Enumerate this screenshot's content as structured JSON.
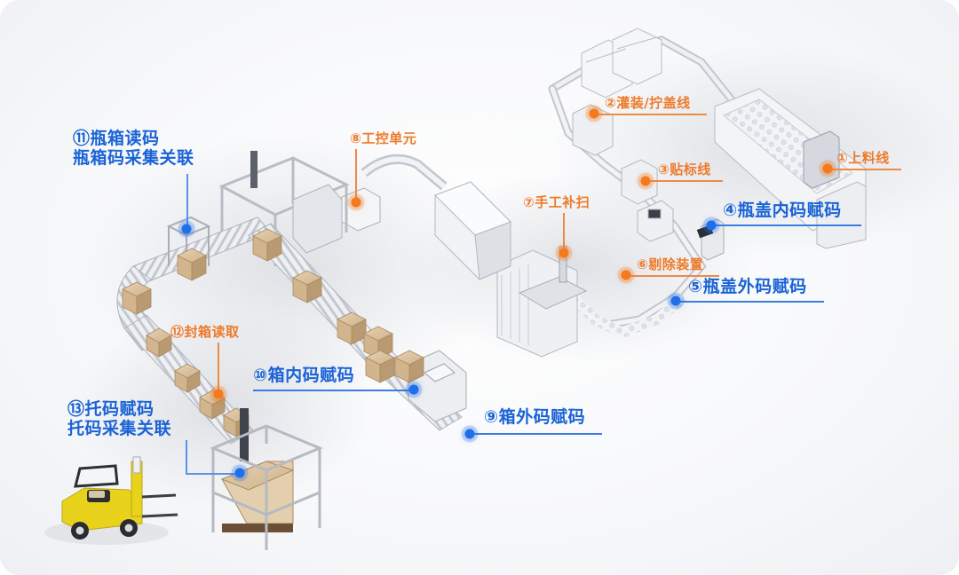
{
  "colors": {
    "orange": "#ee7a2a",
    "blue": "#1a63d6",
    "background": "#f7f8fa",
    "forklift": "#e8d21c",
    "box": "#d9bf9c"
  },
  "stations": [
    {
      "id": 1,
      "num": "①",
      "text": "上料线",
      "color": "orange"
    },
    {
      "id": 2,
      "num": "②",
      "text": "灌装/拧盖线",
      "color": "orange"
    },
    {
      "id": 3,
      "num": "③",
      "text": "贴标线",
      "color": "orange"
    },
    {
      "id": 4,
      "num": "④",
      "text": "瓶盖内码赋码",
      "color": "blue"
    },
    {
      "id": 5,
      "num": "⑤",
      "text": "瓶盖外码赋码",
      "color": "blue"
    },
    {
      "id": 6,
      "num": "⑥",
      "text": "剔除装置",
      "color": "orange"
    },
    {
      "id": 7,
      "num": "⑦",
      "text": "手工补扫",
      "color": "orange"
    },
    {
      "id": 8,
      "num": "⑧",
      "text": "工控单元",
      "color": "orange"
    },
    {
      "id": 9,
      "num": "⑨",
      "text": "箱外码赋码",
      "color": "blue"
    },
    {
      "id": 10,
      "num": "⑩",
      "text": "箱内码赋码",
      "color": "blue"
    },
    {
      "id": 11,
      "num": "⑪",
      "text": "瓶箱读码",
      "line2": "瓶箱码采集关联",
      "color": "blue"
    },
    {
      "id": 12,
      "num": "⑫",
      "text": "封箱读取",
      "color": "orange"
    },
    {
      "id": 13,
      "num": "⑬",
      "text": "托码赋码",
      "line2": "托码采集关联",
      "color": "blue"
    }
  ],
  "icons": {
    "forklift": "forklift-icon",
    "palletizer": "palletizer-icon",
    "conveyor": "conveyor-icon",
    "carton": "carton-box-icon"
  }
}
